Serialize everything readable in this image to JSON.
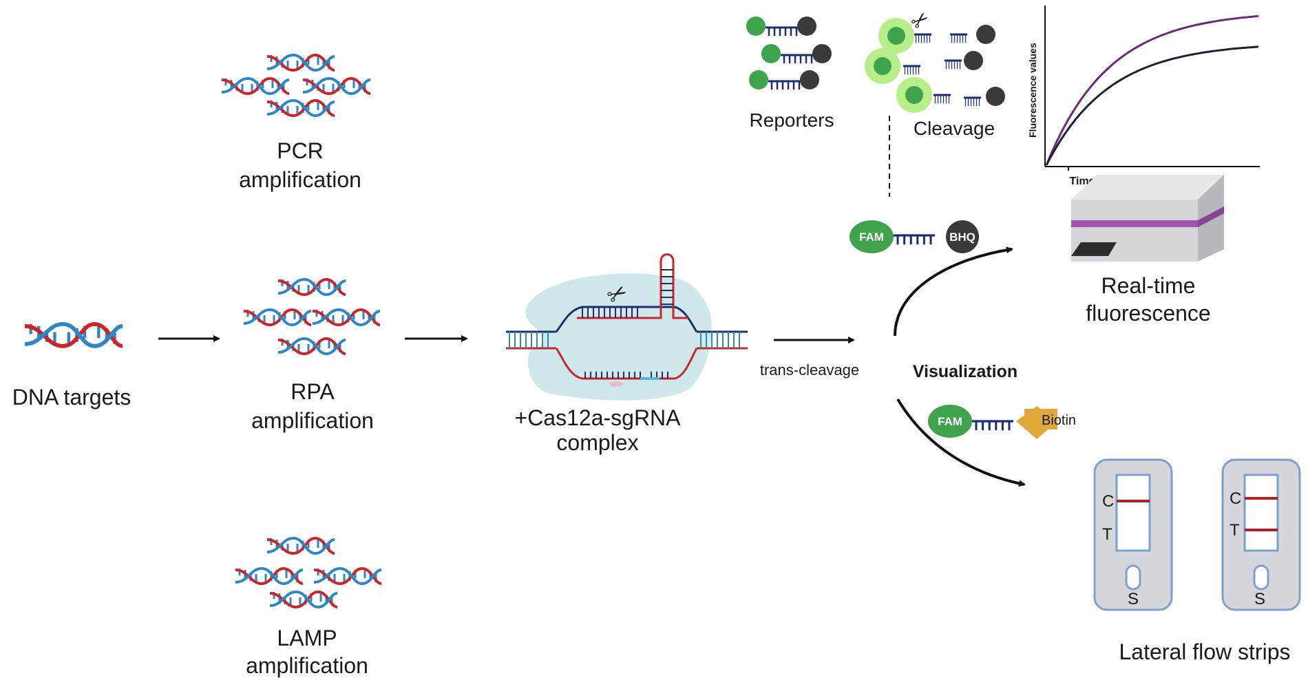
{
  "labels": {
    "dna_targets": "DNA targets",
    "pcr_line1": "PCR",
    "pcr_line2": "amplification",
    "rpa_line1": "RPA",
    "rpa_line2": "amplification",
    "lamp_line1": "LAMP",
    "lamp_line2": "amplification",
    "cas_line1": "+Cas12a-sgRNA",
    "cas_line2": "complex",
    "trans_cleavage": "trans-cleavage",
    "visualization": "Visualization",
    "reporters": "Reporters",
    "cleavage": "Cleavage",
    "realtime_line1": "Real-time",
    "realtime_line2": "fluorescence",
    "lateral_flow": "Lateral flow strips"
  },
  "tags": {
    "fam_top": "FAM",
    "bhq": "BHQ",
    "fam_bottom": "FAM",
    "biotin": "Biotin"
  },
  "strips": {
    "left": {
      "c": "C",
      "t": "T",
      "s": "S"
    },
    "right": {
      "c": "C",
      "t": "T",
      "s": "S"
    }
  },
  "plot": {
    "ylabel": "Fluorescence values",
    "xlabel": "Time"
  },
  "chart_data": {
    "type": "line",
    "series": [
      {
        "color": "#6b2a7a",
        "shape": "saturating curve, higher plateau"
      },
      {
        "color": "#1c1f3a",
        "shape": "saturating curve, lower plateau"
      }
    ]
  },
  "colors": {
    "dna_red": "#c9252c",
    "dna_blue": "#2f86c4",
    "fam_green": "#3fa34d",
    "quencher": "#3a3a3a",
    "biotin_gold": "#e0a83a",
    "strip_gray": "#d4d6dc",
    "strip_border": "#7f9fd0",
    "band_red": "#a8232a",
    "reader_purple": "#a253ad",
    "complex_bg": "#cfe9ea"
  }
}
